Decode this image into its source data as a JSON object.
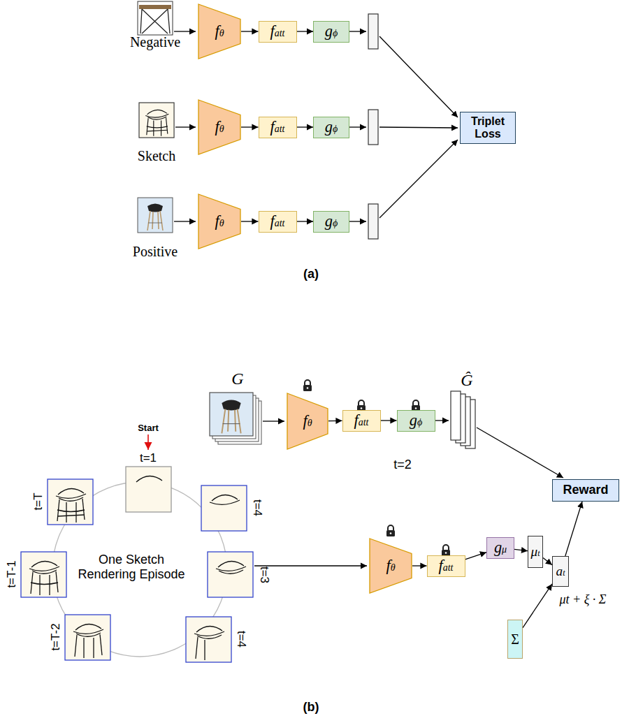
{
  "diagram": {
    "nodes": [
      {
        "text": [
          "fθ"
        ]
      },
      {
        "text": [
          "fatt"
        ]
      },
      {
        "text": [
          "gϕ"
        ]
      },
      {
        "text": [
          "fθ"
        ]
      },
      {
        "text": [
          "fatt"
        ]
      },
      {
        "text": [
          "gϕ"
        ]
      },
      {
        "text": [
          "fθ"
        ]
      },
      {
        "text": [
          "fatt"
        ]
      },
      {
        "text": [
          "gϕ"
        ]
      },
      {
        "text": [
          "Triplet Loss"
        ]
      },
      {
        "text": [
          "fθ"
        ]
      },
      {
        "text": [
          "fatt"
        ]
      },
      {
        "text": [
          "gϕ"
        ]
      },
      {
        "text": [
          "Reward"
        ]
      },
      {
        "text": [
          "fθ"
        ]
      },
      {
        "text": [
          "fatt"
        ]
      },
      {
        "text": [
          "gμ"
        ]
      },
      {
        "text": [
          "μt"
        ]
      },
      {
        "text": [
          "at"
        ]
      },
      {
        "text": [
          "Σ"
        ]
      }
    ],
    "edges": [
      {
        "from": 0,
        "to": 1,
        "arrow": "to"
      },
      {
        "from": 1,
        "to": 2,
        "arrow": "to"
      },
      {
        "from": 3,
        "to": 4,
        "arrow": "to"
      },
      {
        "from": 4,
        "to": 5,
        "arrow": "to"
      },
      {
        "from": 6,
        "to": 7,
        "arrow": "to"
      },
      {
        "from": 7,
        "to": 8,
        "arrow": "to"
      },
      {
        "from": 10,
        "to": 11,
        "arrow": "to"
      },
      {
        "from": 11,
        "to": 12,
        "arrow": "to"
      },
      {
        "from": 14,
        "to": 15,
        "arrow": "to"
      },
      {
        "from": 15,
        "to": 16,
        "arrow": "to"
      },
      {
        "from": 16,
        "to": 17,
        "arrow": "to"
      },
      {
        "from": 17,
        "to": 18,
        "arrow": "to"
      },
      {
        "from": 19,
        "to": 18,
        "arrow": "to"
      },
      {
        "from": 18,
        "to": 13,
        "arrow": "to"
      }
    ],
    "labels": [
      "Negative",
      "Sketch",
      "Positive",
      "(a)",
      "G",
      "Ĝ",
      "t=2",
      "Start",
      "t=1",
      "t=4",
      "t=3",
      "t=4",
      "t=T-2",
      "t=T-1",
      "t=T",
      "One Sketch Rendering Episode",
      "μt + ξ · Σ",
      "(b)"
    ]
  }
}
